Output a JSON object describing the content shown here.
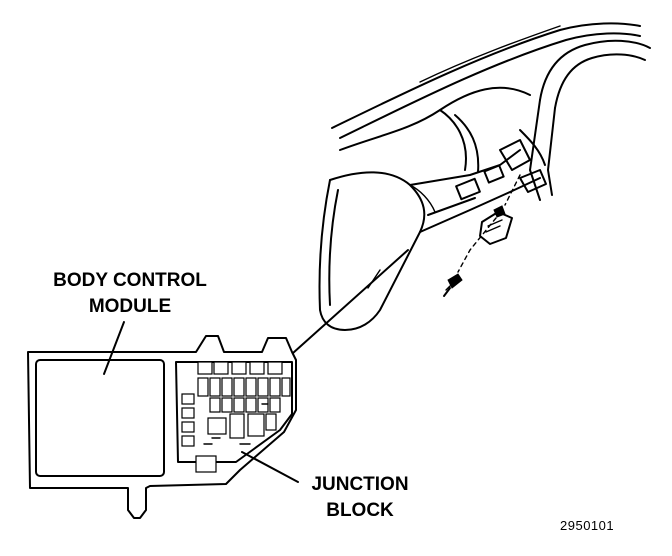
{
  "labels": {
    "body_control_module_line1": "BODY CONTROL",
    "body_control_module_line2": "MODULE",
    "junction_block_line1": "JUNCTION",
    "junction_block_line2": "BLOCK"
  },
  "figure_number": "2950101"
}
